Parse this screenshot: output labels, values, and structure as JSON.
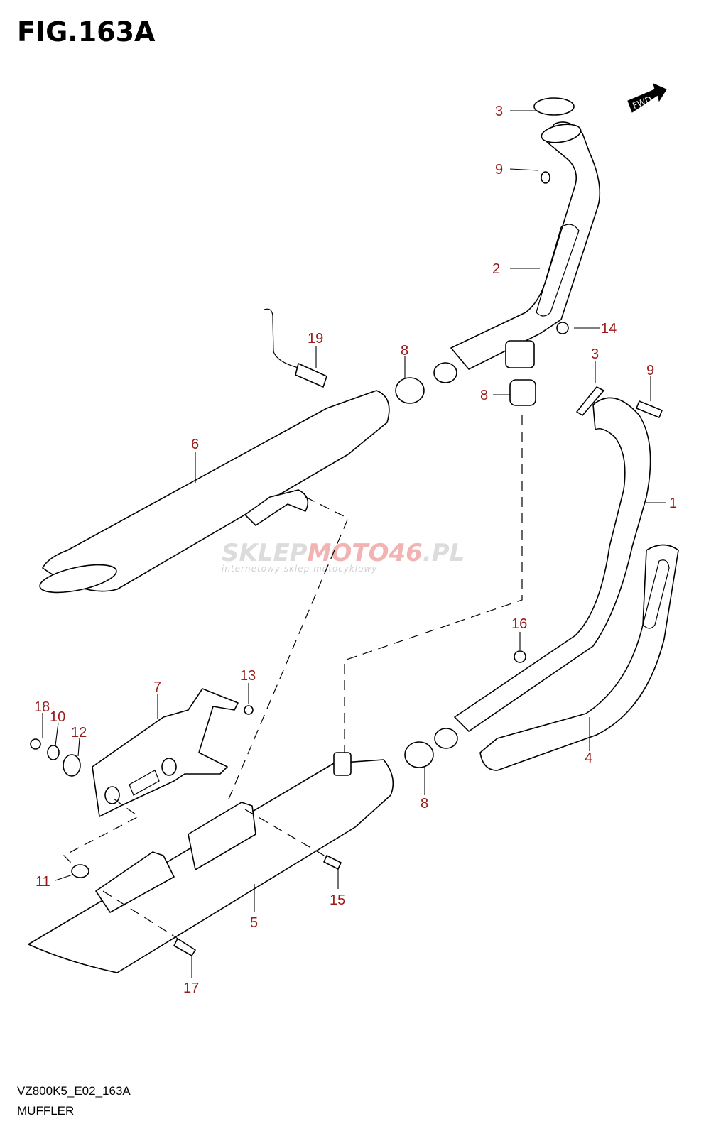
{
  "figure": {
    "title": "FIG.163A",
    "code": "VZ800K5_E02_163A",
    "name": "MUFFLER"
  },
  "direction_badge": {
    "label": "FWD",
    "icon": "forward-arrow-icon"
  },
  "watermark": {
    "brand_part1": "SKLEP",
    "brand_part2": "MOTO46",
    "brand_part3": ".PL",
    "tagline": "internetowy sklep motocyklowy",
    "color_accent": "#f2b3b3"
  },
  "callouts": [
    {
      "id": "c3a",
      "label": "3"
    },
    {
      "id": "c9a",
      "label": "9"
    },
    {
      "id": "c2",
      "label": "2"
    },
    {
      "id": "c14",
      "label": "14"
    },
    {
      "id": "c19",
      "label": "19"
    },
    {
      "id": "c8a",
      "label": "8"
    },
    {
      "id": "c8b",
      "label": "8"
    },
    {
      "id": "c3b",
      "label": "3"
    },
    {
      "id": "c9b",
      "label": "9"
    },
    {
      "id": "c1",
      "label": "1"
    },
    {
      "id": "c6",
      "label": "6"
    },
    {
      "id": "c16",
      "label": "16"
    },
    {
      "id": "c13",
      "label": "13"
    },
    {
      "id": "c7",
      "label": "7"
    },
    {
      "id": "c18",
      "label": "18"
    },
    {
      "id": "c10",
      "label": "10"
    },
    {
      "id": "c12",
      "label": "12"
    },
    {
      "id": "c4",
      "label": "4"
    },
    {
      "id": "c8c",
      "label": "8"
    },
    {
      "id": "c11",
      "label": "11"
    },
    {
      "id": "c15",
      "label": "15"
    },
    {
      "id": "c5",
      "label": "5"
    },
    {
      "id": "c17",
      "label": "17"
    }
  ],
  "colors": {
    "callout": "#9a1a1a",
    "line": "#000000"
  }
}
